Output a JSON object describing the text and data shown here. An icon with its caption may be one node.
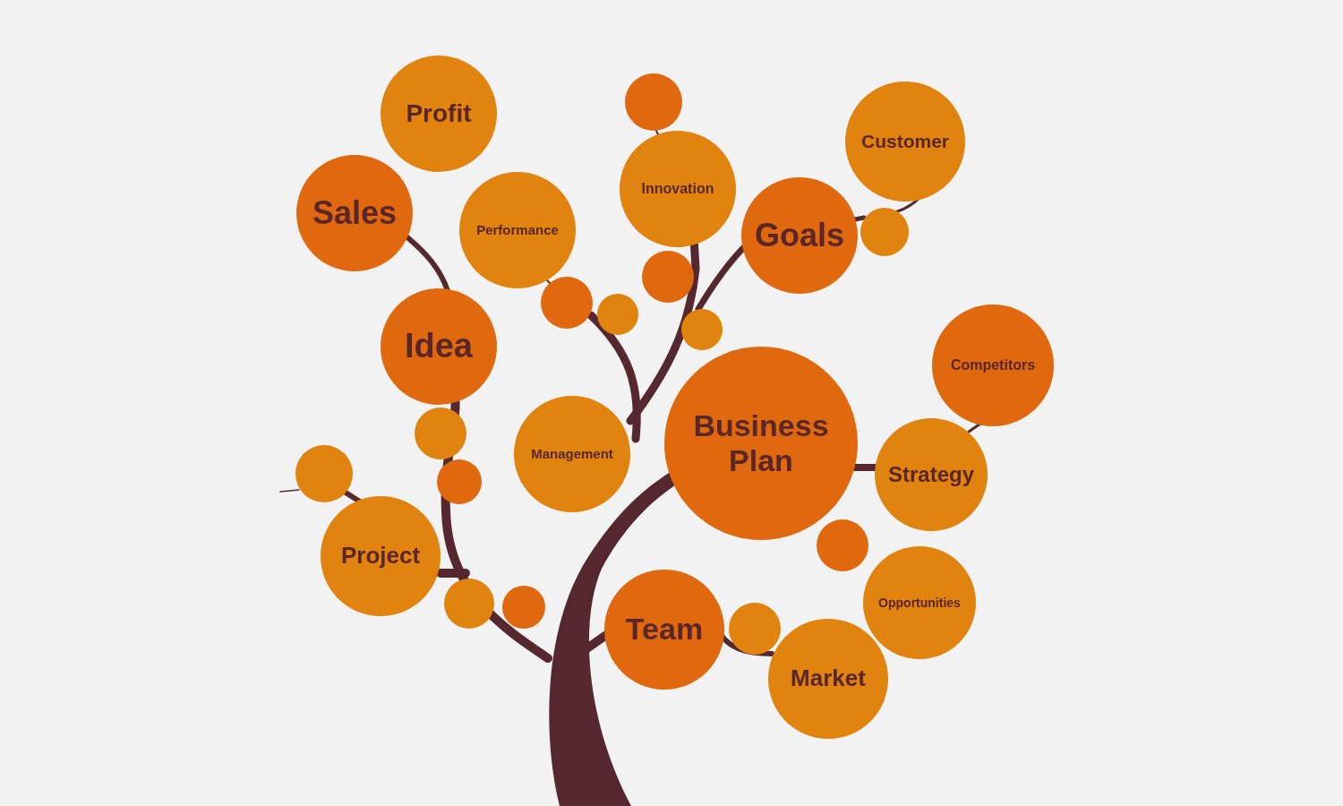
{
  "diagram": {
    "nodes": [
      {
        "text": [
          "Profit"
        ]
      },
      {
        "text": [],
        "shape": "circle"
      },
      {
        "text": [
          "Customer"
        ]
      },
      {
        "text": [
          "Sales"
        ]
      },
      {
        "text": [
          "Performance"
        ]
      },
      {
        "text": [
          "Innovation"
        ]
      },
      {
        "text": [
          "Goals"
        ]
      },
      {
        "text": [],
        "shape": "circle"
      },
      {
        "text": [],
        "shape": "circle"
      },
      {
        "text": [],
        "shape": "circle"
      },
      {
        "text": [],
        "shape": "circle"
      },
      {
        "text": [],
        "shape": "circle"
      },
      {
        "text": [
          "Idea"
        ]
      },
      {
        "text": [
          "Competitors"
        ]
      },
      {
        "text": [],
        "shape": "circle"
      },
      {
        "text": [
          "Business Plan"
        ]
      },
      {
        "text": [
          "Management"
        ]
      },
      {
        "text": [],
        "shape": "circle"
      },
      {
        "text": [
          "Strategy"
        ]
      },
      {
        "text": [],
        "shape": "circle"
      },
      {
        "text": [],
        "shape": "circle"
      },
      {
        "text": [
          "Project"
        ]
      },
      {
        "text": [
          "Opportunities"
        ]
      },
      {
        "text": [],
        "shape": "circle"
      },
      {
        "text": [],
        "shape": "circle"
      },
      {
        "text": [
          "Team"
        ]
      },
      {
        "text": [],
        "shape": "circle"
      },
      {
        "text": [
          "Market"
        ]
      }
    ]
  }
}
